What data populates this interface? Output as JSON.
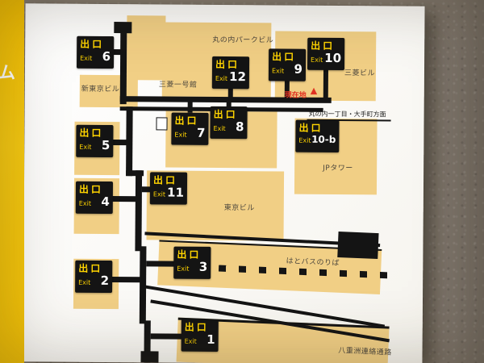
{
  "photo": {
    "wall_color": "#8b8176",
    "sign_edge_color": "#f3c403",
    "sign_edge_partial_text": "ム"
  },
  "map": {
    "panel_color": "#fbfaf6",
    "building_color": "#f1cf85",
    "corridor_color": "#141414",
    "exit_marker": {
      "bg_color": "#141414",
      "label_jp": "出口",
      "label_en": "Exit",
      "label_color": "#ffd400",
      "number_color": "#ffffff"
    },
    "exits": [
      {
        "number": "6"
      },
      {
        "number": "12"
      },
      {
        "number": "9"
      },
      {
        "number": "10"
      },
      {
        "number": "5"
      },
      {
        "number": "7"
      },
      {
        "number": "8"
      },
      {
        "number": "10-b"
      },
      {
        "number": "4"
      },
      {
        "number": "11"
      },
      {
        "number": "3"
      },
      {
        "number": "2"
      },
      {
        "number": "1"
      }
    ],
    "building_labels": {
      "marunouchi_park": "丸の内パークビル",
      "mitsubishi": "三菱ビル",
      "shin_tokyo": "新東京ビル",
      "mitsubishi_ichigokan": "三菱一号館",
      "jp_tower": "JPタワー",
      "tokyo_bldg": "東京ビル",
      "hato_bus": "はとバスのりば",
      "yaesu_passage": "八重洲連絡通路"
    },
    "annotations": {
      "current_location": "現在地",
      "current_location_color": "#e03222",
      "direction": "丸の内一丁目・大手町方面"
    }
  }
}
